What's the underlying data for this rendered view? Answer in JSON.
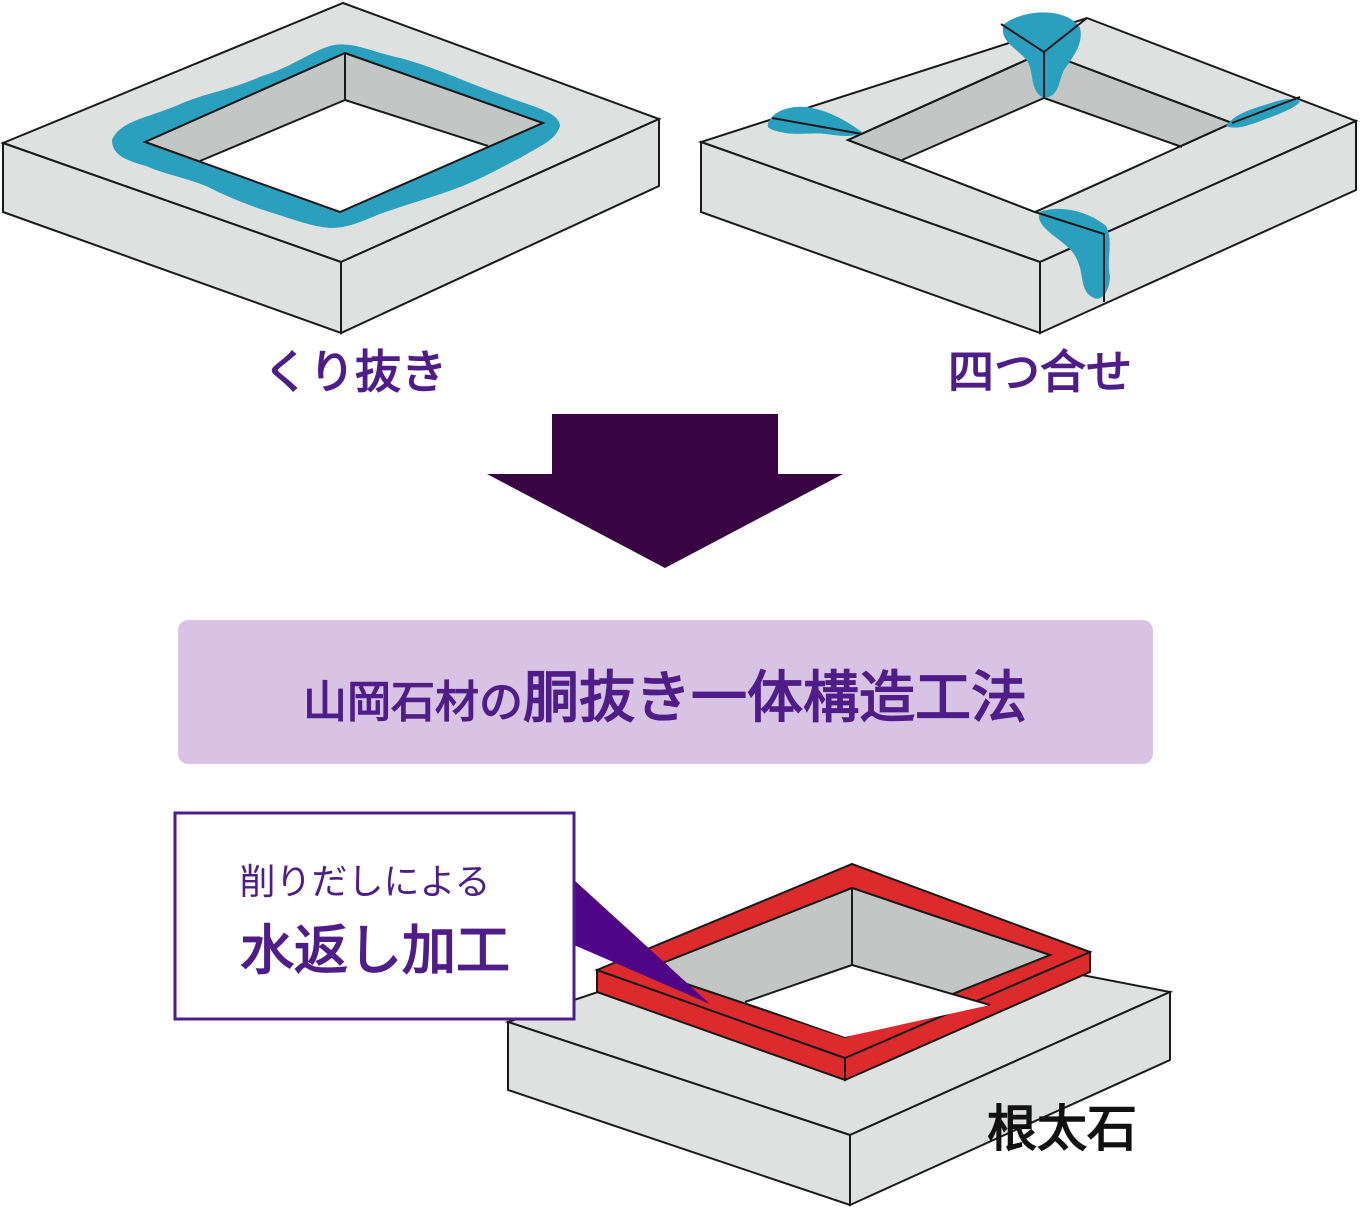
{
  "labels": {
    "left_method": "くり抜き",
    "right_method": "四つ合せ",
    "base_stone": "根太石"
  },
  "banner": {
    "prefix": "山岡石材の",
    "emphasis": "胴抜き一体構造工法"
  },
  "callout": {
    "line1": "削りだしによる",
    "line2": "水返し加工"
  },
  "colors": {
    "stone_top": "#dfe1e0",
    "stone_inner": "#c4c6c5",
    "water": "#2b9fbe",
    "arrow": "#380542",
    "banner_bg": "#d8c3e4",
    "accent_text": "#4f1d87",
    "rim": "#dc2a2d",
    "callout_border": "#4f1d87"
  }
}
